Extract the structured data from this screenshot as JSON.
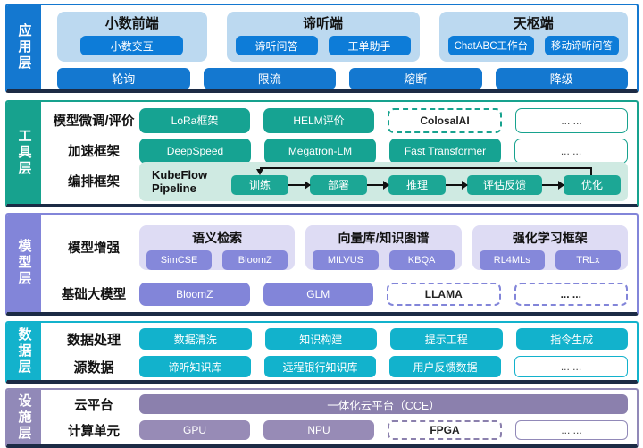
{
  "colors": {
    "app_blue": "#1478d0",
    "app_group_bg": "#bcd9f0",
    "app_button": "#0d7cd8",
    "tool_teal": "#17a28e",
    "pipeline_bg": "#cfeae2",
    "model_purple": "#8285d9",
    "model_group_bg": "#dedcf4",
    "data_cyan": "#13b2cc",
    "infra_purple": "#9189b8",
    "infra_bar": "#8b80ad",
    "panel_bottom_edge": "#1c2b45",
    "arrow_black": "#111111"
  },
  "layers": {
    "app": {
      "sidebar_label": "应用层",
      "groups": [
        {
          "title": "小数前端",
          "buttons": [
            "小数交互"
          ]
        },
        {
          "title": "谛听端",
          "buttons": [
            "谛听问答",
            "工单助手"
          ]
        },
        {
          "title": "天枢端",
          "buttons": [
            "ChatABC工作台",
            "移动谛听问答"
          ]
        }
      ],
      "gateway_buttons": [
        "轮询",
        "限流",
        "熔断",
        "降级"
      ]
    },
    "tool": {
      "sidebar_label": "工具层",
      "rows": [
        {
          "label": "模型微调/评价",
          "boxes": [
            {
              "text": "LoRa框架",
              "variant": "solid"
            },
            {
              "text": "HELM评价",
              "variant": "solid"
            },
            {
              "text": "ColosalAI",
              "variant": "dashed"
            },
            {
              "text": "... ...",
              "variant": "outline"
            }
          ]
        },
        {
          "label": "加速框架",
          "boxes": [
            {
              "text": "DeepSpeed",
              "variant": "solid"
            },
            {
              "text": "Megatron-LM",
              "variant": "solid"
            },
            {
              "text": "Fast Transformer",
              "variant": "solid"
            },
            {
              "text": "... ...",
              "variant": "outline"
            }
          ]
        }
      ],
      "pipeline_row_label": "编排框架",
      "pipeline": {
        "label_line1": "KubeFlow",
        "label_line2": "Pipeline",
        "steps": [
          "训练",
          "部署",
          "推理",
          "评估反馈",
          "优化"
        ]
      }
    },
    "model": {
      "sidebar_label": "模型层",
      "enhance_label": "模型增强",
      "enhance_groups": [
        {
          "title": "语义检索",
          "chips": [
            "SimCSE",
            "BloomZ"
          ]
        },
        {
          "title": "向量库/知识图谱",
          "chips": [
            "MILVUS",
            "KBQA"
          ]
        },
        {
          "title": "强化学习框架",
          "chips": [
            "RL4MLs",
            "TRLx"
          ]
        }
      ],
      "base_label": "基础大模型",
      "base_boxes": [
        {
          "text": "BloomZ",
          "variant": "solid"
        },
        {
          "text": "GLM",
          "variant": "solid"
        },
        {
          "text": "LLAMA",
          "variant": "dashed"
        },
        {
          "text": "... ...",
          "variant": "dashed"
        }
      ]
    },
    "data": {
      "sidebar_label": "数据层",
      "rows": [
        {
          "label": "数据处理",
          "boxes": [
            {
              "text": "数据清洗",
              "variant": "solid"
            },
            {
              "text": "知识构建",
              "variant": "solid"
            },
            {
              "text": "提示工程",
              "variant": "solid"
            },
            {
              "text": "指令生成",
              "variant": "solid"
            }
          ]
        },
        {
          "label": "源数据",
          "boxes": [
            {
              "text": "谛听知识库",
              "variant": "solid"
            },
            {
              "text": "远程银行知识库",
              "variant": "solid"
            },
            {
              "text": "用户反馈数据",
              "variant": "solid"
            },
            {
              "text": "... ...",
              "variant": "outline"
            }
          ]
        }
      ]
    },
    "infra": {
      "sidebar_label": "设施层",
      "cloud_label": "云平台",
      "cloud_bar": "一体化云平台（CCE）",
      "compute_label": "计算单元",
      "compute_boxes": [
        {
          "text": "GPU",
          "variant": "solid"
        },
        {
          "text": "NPU",
          "variant": "solid"
        },
        {
          "text": "FPGA",
          "variant": "dashed"
        },
        {
          "text": "... ...",
          "variant": "outline"
        }
      ]
    }
  }
}
